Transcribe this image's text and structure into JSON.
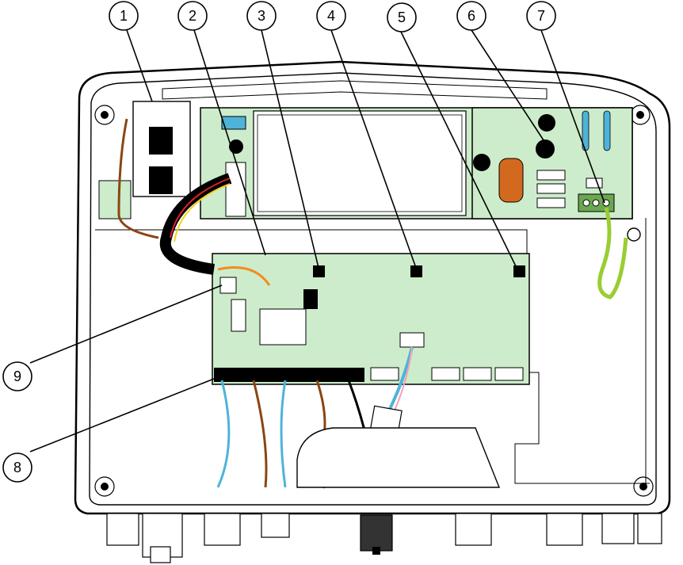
{
  "callouts": [
    {
      "label": "1"
    },
    {
      "label": "2"
    },
    {
      "label": "3"
    },
    {
      "label": "4"
    },
    {
      "label": "5"
    },
    {
      "label": "6"
    },
    {
      "label": "7"
    },
    {
      "label": "8"
    },
    {
      "label": "9"
    }
  ],
  "colors": {
    "board": "#cdeccb",
    "screw_green": "#9acd32",
    "wire_blue": "#4fb3d9",
    "wire_brown": "#8b4513",
    "wire_red": "#d9232a",
    "wire_orange": "#f28c1e",
    "wire_yellow": "#f2d21e",
    "fuse_coil": "#d2691e"
  }
}
